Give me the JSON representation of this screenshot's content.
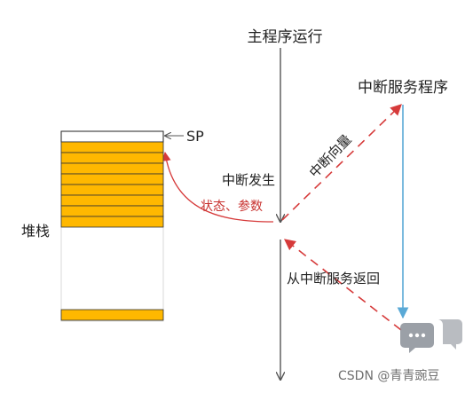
{
  "labels": {
    "main_program": "主程序运行",
    "isr": "中断服务程序",
    "sp": "SP",
    "interrupt_vector": "中断向量",
    "interrupt_occurs": "中断发生",
    "state_params": "状态、参数",
    "stack": "堆栈",
    "return_from_isr": "从中断服务返回"
  },
  "stack": {
    "total_slots": 9,
    "filled_slots": 8,
    "bottom_filled": true
  },
  "watermark": {
    "text": "CSDN @青青豌豆"
  },
  "colors": {
    "timeline": "#555555",
    "isr_line": "#5aa9d6",
    "dashed": "#d63a3a",
    "stack_fill": "#ffb800",
    "stack_border": "#222222",
    "text": "#222222",
    "red_text": "#c8322f"
  }
}
